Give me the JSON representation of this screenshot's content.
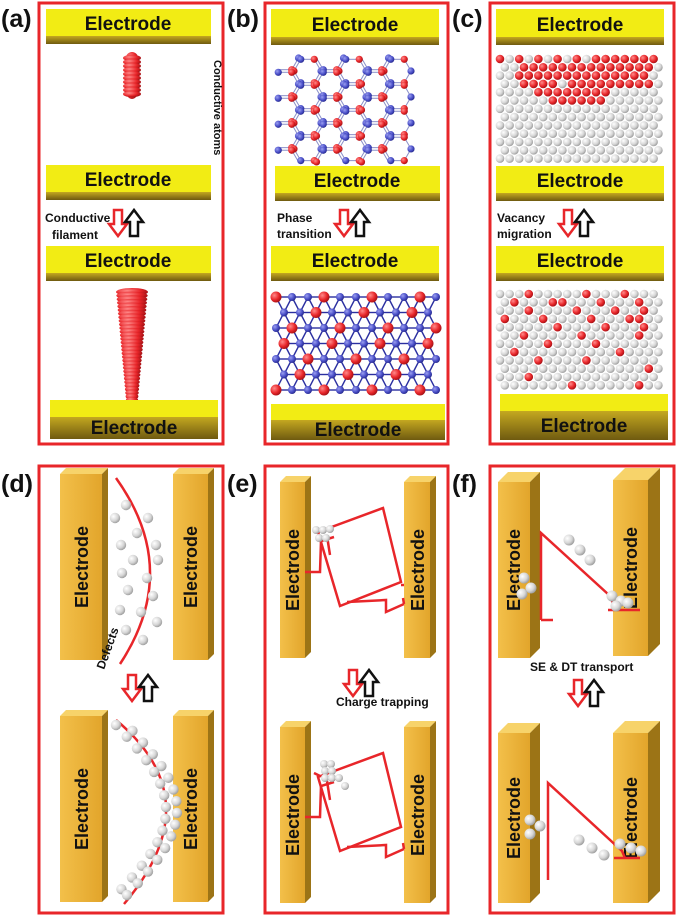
{
  "colors": {
    "frame": "#e8262a",
    "electrode_yellow": "#f2ec14",
    "electrode_yellow_side": "#8c7a16",
    "electrode_gold": "#e7b33c",
    "electrode_gold_dark": "#9c7416",
    "atom_red": "#e8262a",
    "atom_gray": "#d4d4d4",
    "atom_blue": "#4a4fc8",
    "arrow_red": "#e8262a",
    "arrow_black": "#111111"
  },
  "panels": {
    "a": {
      "label": "(a)",
      "electrodes": [
        "Electrode",
        "Electrode",
        "Electrode",
        "Electrode"
      ],
      "annotation": "Conductive atoms",
      "switch_label": [
        "Conductive",
        "filament"
      ]
    },
    "b": {
      "label": "(b)",
      "electrodes": [
        "Electrode",
        "Electrode",
        "Electrode",
        "Electrode"
      ],
      "switch_label": [
        "Phase",
        "transition"
      ]
    },
    "c": {
      "label": "(c)",
      "electrodes": [
        "Electrode",
        "Electrode",
        "Electrode",
        "Electrode"
      ],
      "switch_label": [
        "Vacancy",
        "migration"
      ]
    },
    "d": {
      "label": "(d)",
      "electrodes": [
        "Electrode",
        "Electrode",
        "Electrode",
        "Electrode"
      ],
      "switch_label": "Defects"
    },
    "e": {
      "label": "(e)",
      "electrodes": [
        "Electrode",
        "Electrode",
        "Electrode",
        "Electrode"
      ],
      "switch_label": "Charge trapping"
    },
    "f": {
      "label": "(f)",
      "electrodes": [
        "Electrode",
        "Electrode",
        "Electrode",
        "Electrode"
      ],
      "switch_label": "SE & DT transport"
    }
  }
}
